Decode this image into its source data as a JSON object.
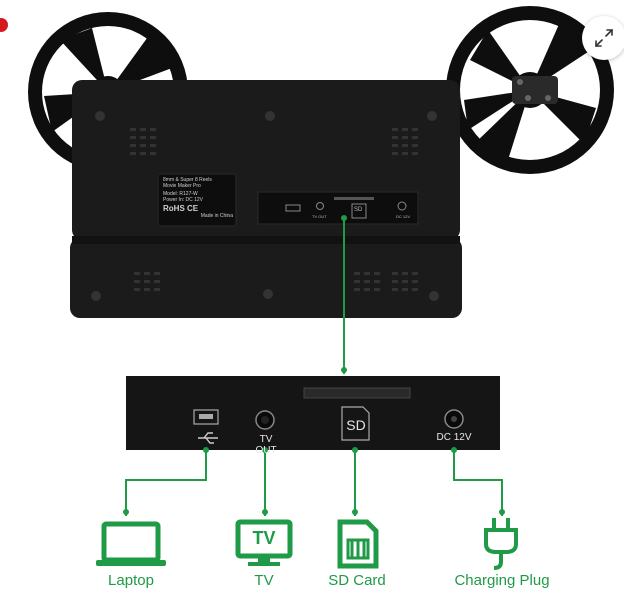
{
  "viewer": {
    "close_indicator_color": "#d6191f",
    "expand_button_icon": "expand-arrows-icon"
  },
  "device_sticker": {
    "line1": "8mm & Super 8 Reels",
    "line2": "Movie Maker Pro",
    "model": "Model: R127-W",
    "power": "Power In: DC 12V",
    "marks": "RoHS CE",
    "origin": "Made in China"
  },
  "device_ports_small": {
    "tv_out": "TV OUT",
    "sd": "SD",
    "dc": "DC 12V"
  },
  "panel": {
    "tv_out": "TV OUT",
    "sd": "SD",
    "dc": "DC 12V"
  },
  "destinations": {
    "laptop": "Laptop",
    "tv": "TV",
    "tv_icon_text": "TV",
    "sd_card": "SD Card",
    "charging_plug": "Charging Plug"
  },
  "colors": {
    "green": "#1f9a47",
    "device_black": "#1b1b1b",
    "panel_black": "#151515"
  }
}
